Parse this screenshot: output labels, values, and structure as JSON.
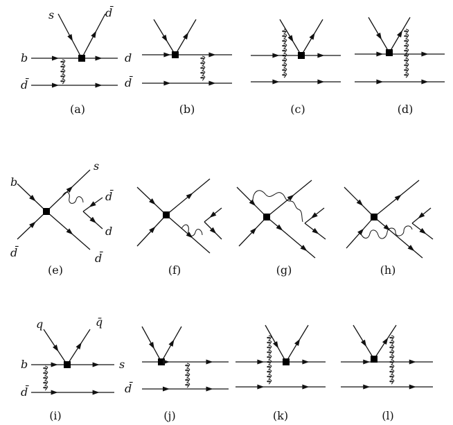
{
  "captions": [
    "(a)",
    "(b)",
    "(c)",
    "(d)",
    "(e)",
    "(f)",
    "(g)",
    "(h)",
    "(i)",
    "(j)",
    "(k)",
    "(l)"
  ],
  "labels": {
    "a_s": "s",
    "a_dbar_top": "d̄",
    "a_b": "b",
    "a_d": "d",
    "a_dbar_left": "d̄",
    "b_dbar_right": "d̄",
    "e_s": "s",
    "e_b": "b",
    "e_dbar_mid": "d̄",
    "e_d": "d",
    "e_dbar_left": "d̄",
    "e_dbar_bottom": "d̄",
    "i_q": "q",
    "i_qbar": "q̄",
    "i_b": "b",
    "i_s": "s",
    "i_dbar_left": "d̄",
    "j_dbar_right": "d̄"
  }
}
